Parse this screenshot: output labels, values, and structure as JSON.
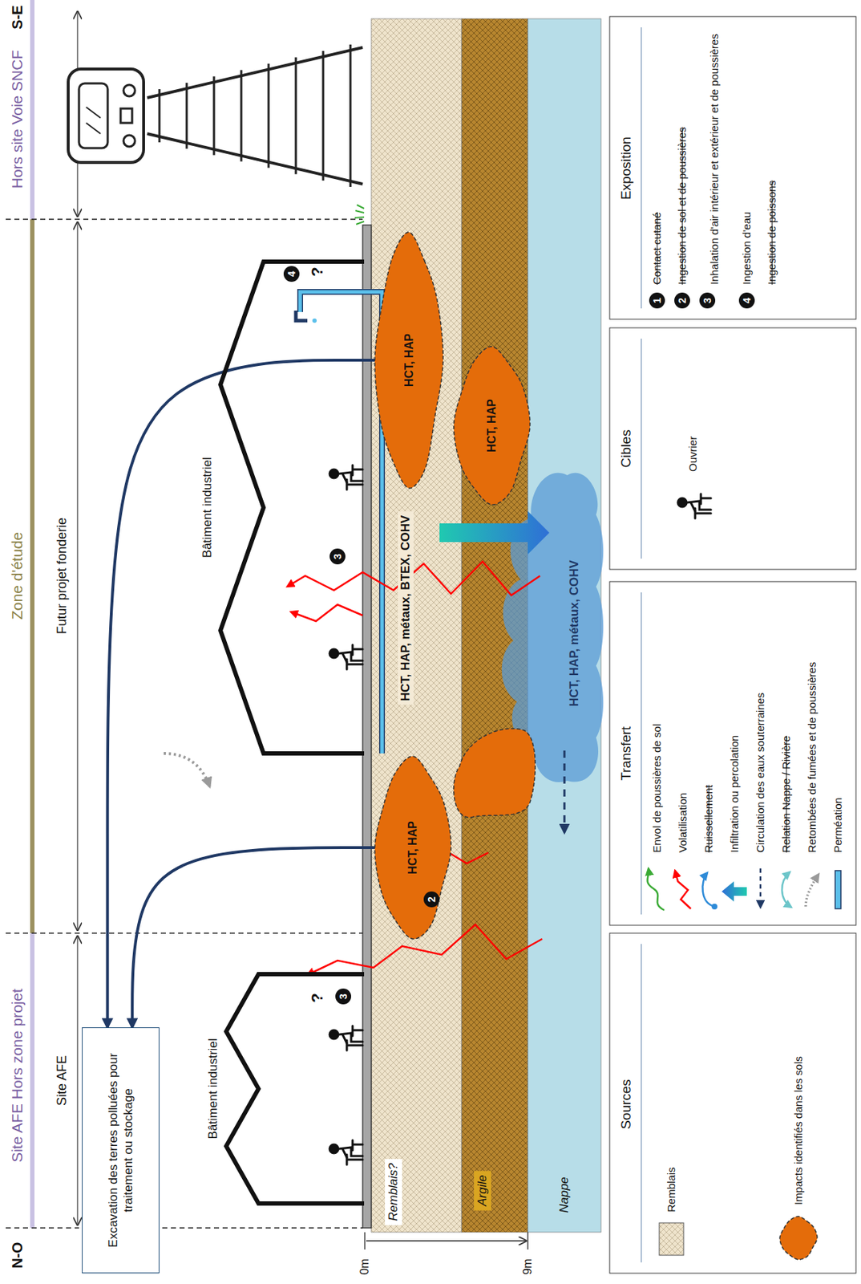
{
  "diagram": {
    "nodes": [
      {
        "text": [
          "Excavation des terres polluées pour traitement ou stockage"
        ]
      },
      {
        "text": [
          "Bâtiment industriel"
        ]
      },
      {
        "text": [
          "Bâtiment industriel"
        ]
      },
      {
        "text": [
          "HCT, HAP"
        ]
      },
      {
        "text": [
          "HCT, HAP"
        ]
      },
      {
        "text": [
          "HCT, HAP"
        ]
      }
    ],
    "edges": [
      {
        "from": 3,
        "to": 0,
        "arrow": "to"
      },
      {
        "from": 4,
        "to": 0,
        "arrow": "to"
      }
    ],
    "labels": [
      "N-O",
      "Site AFE Hors zone projet",
      "Zone d'étude",
      "Hors site Voie SNCF",
      "S-E",
      "Site AFE",
      "Futur projet fonderie",
      "0m",
      "9m",
      "Remblais?",
      "Argile",
      "Nappe",
      "HCT, HAP, métaux, BTEX, COHV",
      "HCT, HAP, métaux, COHV",
      "?",
      "3",
      "2",
      "3",
      "?",
      "4",
      "Sources",
      "Transfert",
      "Cibles",
      "Exposition",
      "1",
      "2",
      "3",
      "4"
    ],
    "legend": [
      {
        "text": "Remblais"
      },
      {
        "text": "Impacts identifiés dans les sols",
        "color": "#e46c0a"
      },
      {
        "text": "Envol de poussières de sol"
      },
      {
        "text": "Volatilisation"
      },
      {
        "text": "Ruissellement"
      },
      {
        "text": "Infiltration ou percolation"
      },
      {
        "text": "Circulation des eaux souterraines"
      },
      {
        "text": "Relation Nappe / Rivière"
      },
      {
        "text": "Retombées de fumées et de poussières"
      },
      {
        "text": "Perméation"
      },
      {
        "text": "Ouvrier"
      },
      {
        "text": "Contact cutané"
      },
      {
        "text": "Ingestion de sol et de poussières"
      },
      {
        "text": "Inhalation d'air intérieur et extérieur et de poussières"
      },
      {
        "text": "Ingestion d'eau"
      },
      {
        "text": "Ingestion de poissons"
      }
    ]
  }
}
